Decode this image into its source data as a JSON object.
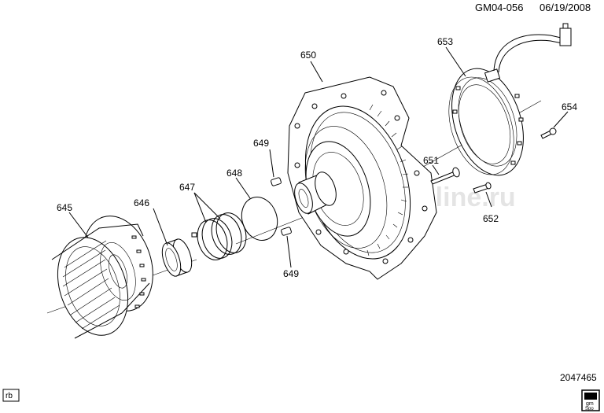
{
  "header": {
    "code": "GM04-056",
    "date": "06/19/2008"
  },
  "figure_number": "2047465",
  "corner_tag": "rb",
  "watermark": "gmpartsonline.ru",
  "logo_text": [
    "gm",
    "Spo"
  ],
  "callouts": {
    "c645": "645",
    "c646": "646",
    "c647": "647",
    "c648": "648",
    "c649a": "649",
    "c649b": "649",
    "c650": "650",
    "c651": "651",
    "c652": "652",
    "c653": "653",
    "c654": "654"
  }
}
